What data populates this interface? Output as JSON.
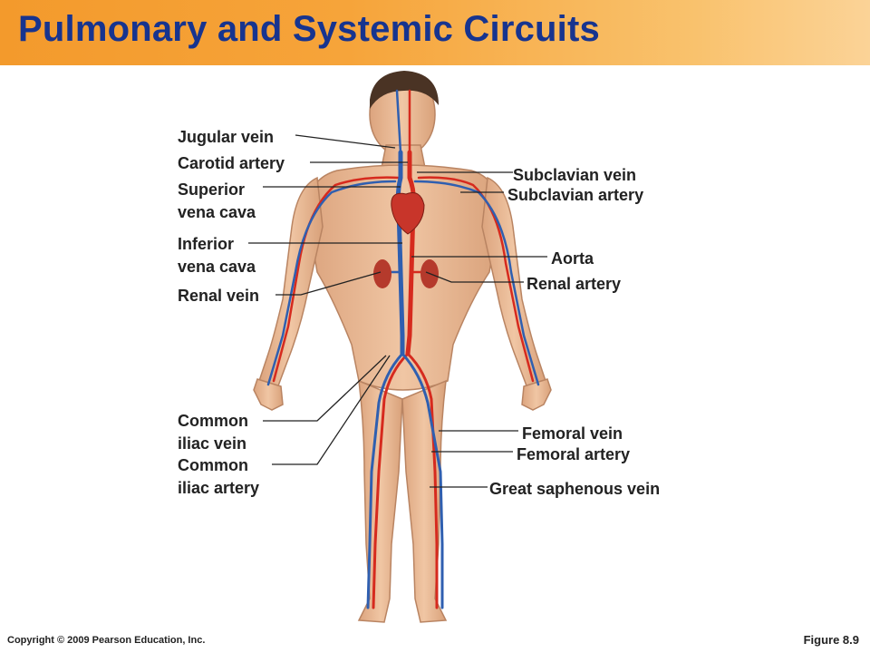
{
  "header": {
    "title": "Pulmonary and Systemic Circuits"
  },
  "labels": {
    "jugular_vein": "Jugular vein",
    "carotid_artery": "Carotid artery",
    "superior_vena_cava_1": "Superior",
    "superior_vena_cava_2": "vena cava",
    "inferior_vena_cava_1": "Inferior",
    "inferior_vena_cava_2": "vena cava",
    "renal_vein": "Renal vein",
    "common_iliac_vein_1": "Common",
    "common_iliac_vein_2": "iliac vein",
    "common_iliac_artery_1": "Common",
    "common_iliac_artery_2": "iliac artery",
    "subclavian_vein": "Subclavian vein",
    "subclavian_artery": "Subclavian artery",
    "aorta": "Aorta",
    "renal_artery": "Renal artery",
    "femoral_vein": "Femoral vein",
    "femoral_artery": "Femoral artery",
    "great_saphenous_vein": "Great saphenous vein"
  },
  "footer": {
    "copyright": "Copyright © 2009 Pearson Education, Inc.",
    "figure": "Figure 8.9"
  },
  "colors": {
    "title": "#17348f",
    "header_orange": "#f39a2c",
    "skin": "#e8b58f",
    "artery": "#d62a1e",
    "vein": "#2f5fb0",
    "hair": "#4a3324"
  }
}
